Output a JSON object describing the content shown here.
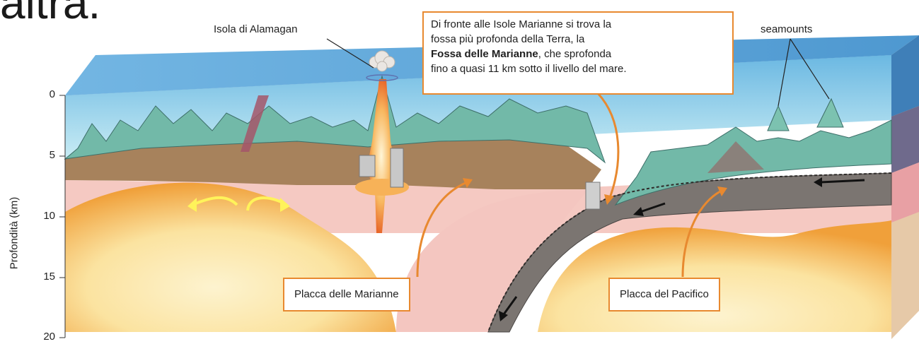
{
  "header": {
    "title_fragment": "altra."
  },
  "labels": {
    "island": "Isola di Alamagan",
    "seamounts": "seamounts"
  },
  "callout": {
    "line1": "Di fronte alle Isole Marianne si trova la",
    "line2": "fossa più profonda della Terra, la",
    "bold": "Fossa delle Marianne",
    "line3_rest": ", che sprofonda",
    "line4": "fino a quasi 11 km sotto il livello del mare."
  },
  "plates": {
    "marianne": "Placca delle Marianne",
    "pacifico": "Placca del Pacifico"
  },
  "depth_axis": {
    "label": "Profondità (km)",
    "ticks": [
      "0",
      "5",
      "10",
      "15",
      "20"
    ]
  },
  "colors": {
    "sea_top": "#4a9fd8",
    "water": "#8ecfe8",
    "crust_green": "#6fb9aa",
    "sediment_brown": "#a8825e",
    "mantle_pink": "#f4c6c0",
    "asthenosphere_orange": "#f2a23c",
    "asthenosphere_yellow": "#fbe9a6",
    "slab_gray": "#7a7470",
    "accent_orange": "#e8892f"
  }
}
